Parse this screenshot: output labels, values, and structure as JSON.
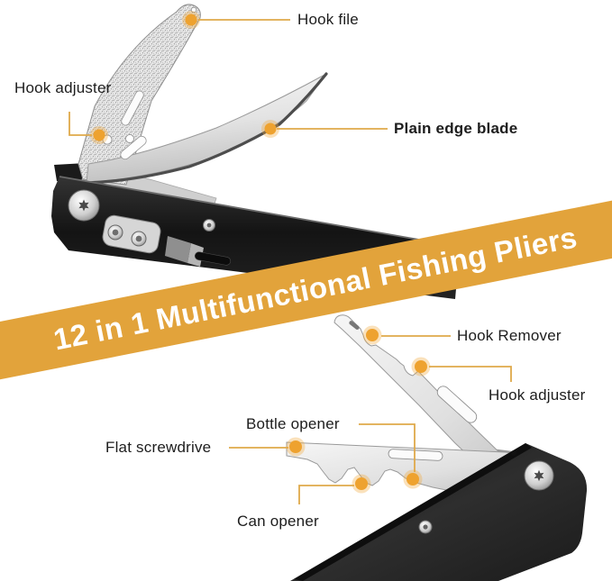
{
  "banner": {
    "text": "12 in 1 Multifunctional Fishing Pliers",
    "bg_color": "#E2A33B",
    "text_color": "#FFFFFF"
  },
  "callouts": {
    "top": [
      {
        "id": "hook-file",
        "label": "Hook file"
      },
      {
        "id": "hook-adjuster-top",
        "label": "Hook adjuster"
      },
      {
        "id": "plain-edge-blade",
        "label": "Plain edge blade"
      }
    ],
    "bottom": [
      {
        "id": "hook-remover",
        "label": "Hook Remover"
      },
      {
        "id": "hook-adjuster-bottom",
        "label": "Hook adjuster"
      },
      {
        "id": "bottle-opener",
        "label": "Bottle opener"
      },
      {
        "id": "flat-screwdrive",
        "label": "Flat screwdrive"
      },
      {
        "id": "can-opener",
        "label": "Can opener"
      }
    ]
  },
  "style": {
    "accent_color": "#DFA94A",
    "dot_color": "#EEA22F",
    "dot_halo_color": "#F2A93B",
    "label_color": "#1D1D1D",
    "handle_color": "#1E1E1E",
    "metal_color": "#D9D9D9"
  }
}
